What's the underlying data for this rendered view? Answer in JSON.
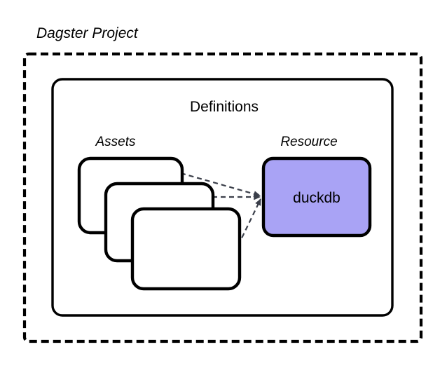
{
  "diagram": {
    "type": "nested-container-diagram",
    "project": {
      "title": "Dagster Project",
      "title_style": "italic",
      "border_style": "dashed",
      "border_color": "#000000"
    },
    "definitions": {
      "title": "Definitions",
      "title_style": "normal",
      "border_style": "solid",
      "border_color": "#000000"
    },
    "groups": [
      {
        "label": "Assets",
        "label_style": "italic",
        "kind": "stacked-cards",
        "card_count": 3,
        "fill": "#ffffff",
        "stroke": "#000000"
      },
      {
        "label": "Resource",
        "label_style": "italic",
        "kind": "single-node",
        "nodes": [
          {
            "label": "duckdb",
            "fill": "#a9a3f5",
            "stroke": "#000000"
          }
        ]
      }
    ],
    "connections": [
      {
        "from": "asset-card-1",
        "to": "duckdb-node",
        "style": "dashed",
        "arrow": true,
        "color": "#3b3f4a"
      },
      {
        "from": "asset-card-2",
        "to": "duckdb-node",
        "style": "dashed",
        "arrow": true,
        "color": "#3b3f4a"
      },
      {
        "from": "asset-card-3",
        "to": "duckdb-node",
        "style": "dashed",
        "arrow": true,
        "color": "#3b3f4a"
      }
    ],
    "colors": {
      "background": "#ffffff",
      "outline": "#000000",
      "resource_fill": "#a9a3f5",
      "connector": "#3b3f4a"
    }
  }
}
